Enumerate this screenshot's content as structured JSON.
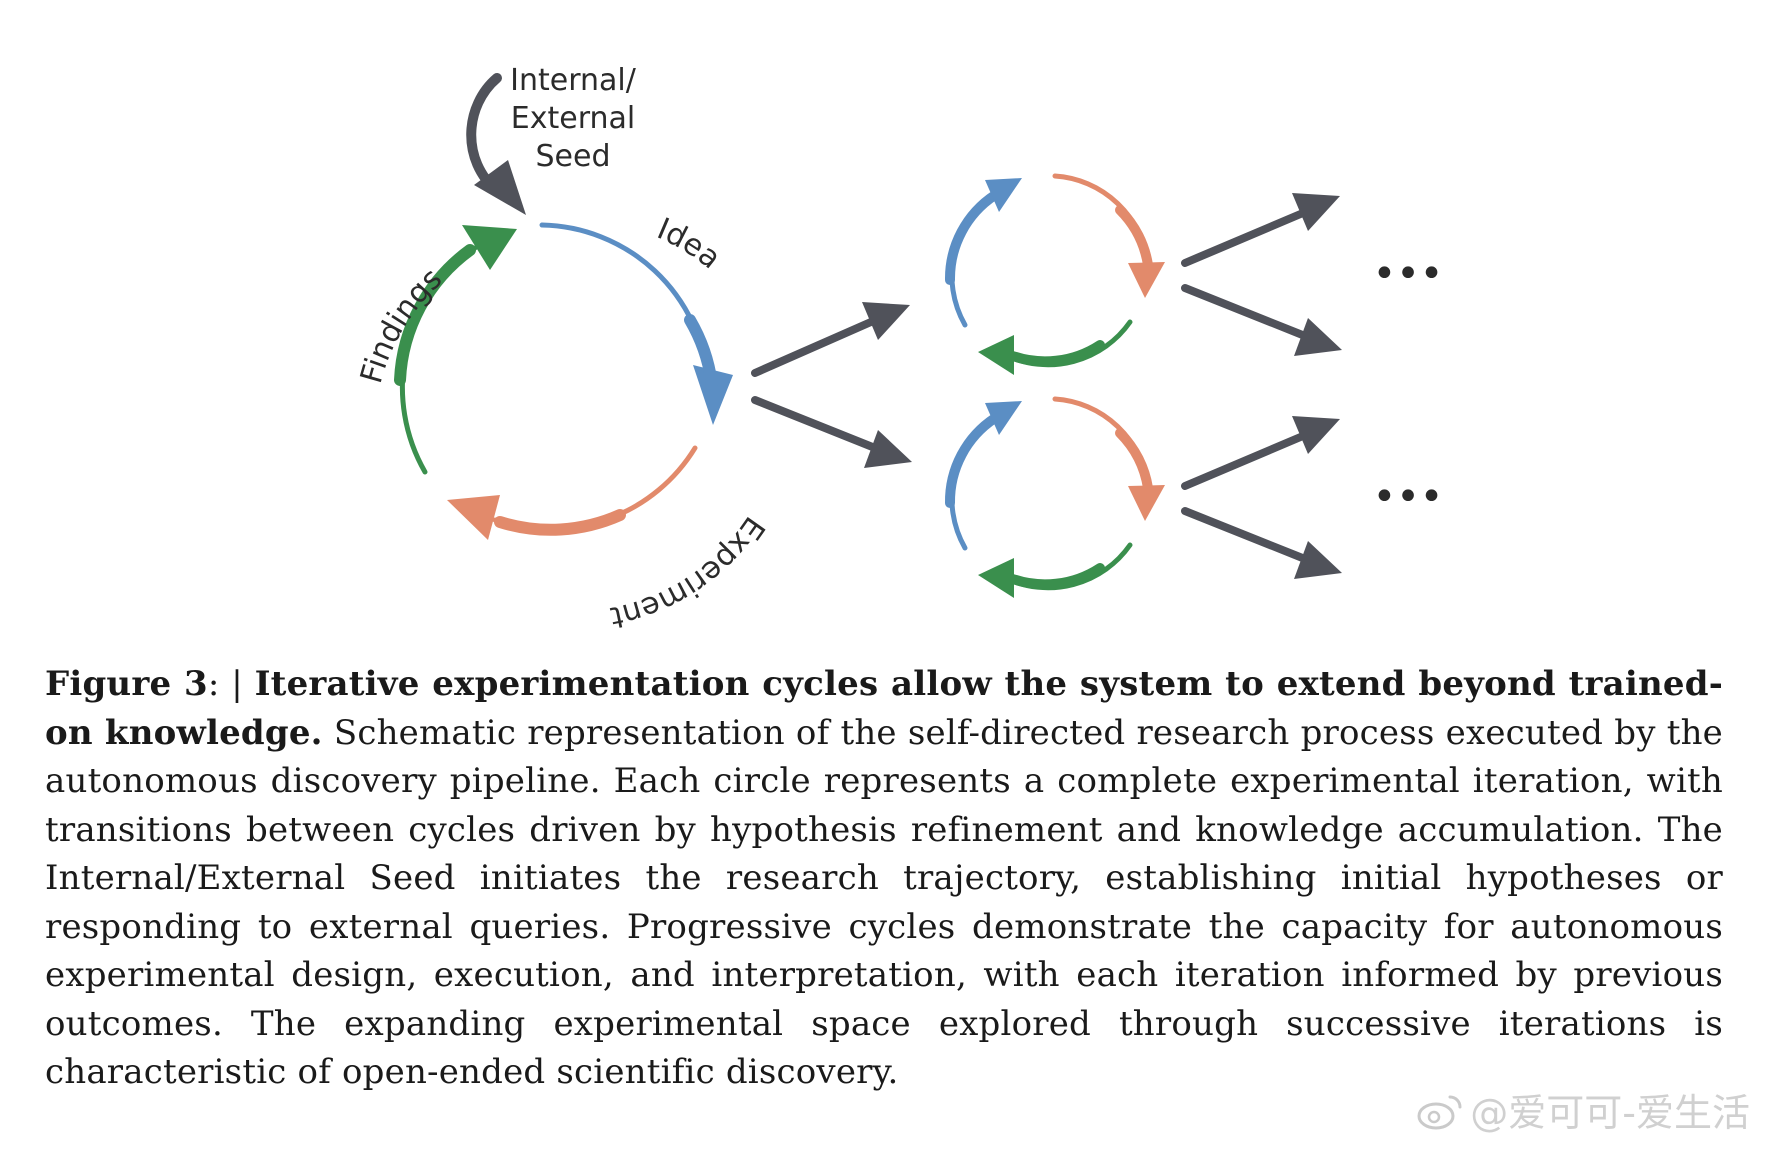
{
  "diagram": {
    "seed_label_lines": [
      "Internal/",
      "External",
      "Seed"
    ],
    "idea_label": "Idea",
    "experiment_label": "Experiment",
    "findings_label": "Findings",
    "ellipsis": "•••",
    "colors": {
      "idea": "#5b8ec4",
      "experiment": "#e28a6b",
      "findings": "#3a8f4d",
      "arrow": "#50525a"
    }
  },
  "caption": {
    "figure_label": "Figure 3",
    "separator": ": | ",
    "title": "Iterative experimentation cycles allow the system to extend beyond trained-on knowledge.",
    "body": " Schematic representation of the self-directed research process executed by the autonomous discovery pipeline. Each circle represents a complete experimental iteration, with transitions between cycles driven by hypothesis refinement and knowledge accumulation. The Internal/External Seed initiates the research trajectory, establishing initial hypotheses or responding to external queries. Progressive cycles demonstrate the capacity for autonomous experimental design, execution, and interpretation, with each iteration informed by previous outcomes. The expanding experimental space explored through successive iterations is characteristic of open-ended scientific discovery."
  },
  "watermark": {
    "text": "@爱可可-爱生活"
  }
}
